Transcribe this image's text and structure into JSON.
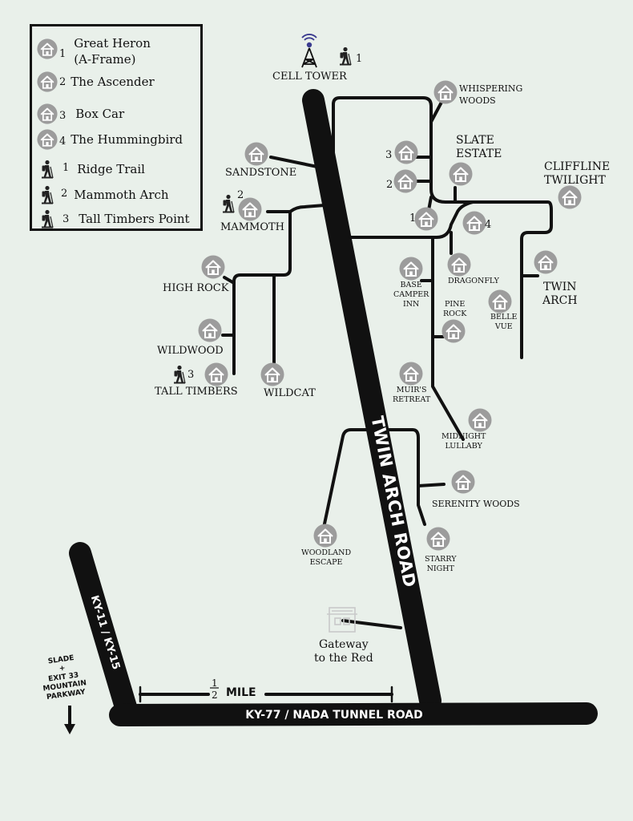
{
  "legend": {
    "items": [
      {
        "icon": "house-icon",
        "num": "1",
        "text": "Great Heron\n(A-Frame)"
      },
      {
        "icon": "house-icon",
        "num": "2",
        "text": "The Ascender"
      },
      {
        "icon": "house-icon",
        "num": "3",
        "text": "Box Car"
      },
      {
        "icon": "house-icon",
        "num": "4",
        "text": "The Hummingbird"
      },
      {
        "icon": "hiker-icon",
        "num": "1",
        "text": "Ridge Trail"
      },
      {
        "icon": "hiker-icon",
        "num": "2",
        "text": "Mammoth Arch"
      },
      {
        "icon": "hiker-icon",
        "num": "3",
        "text": "Tall Timbers Point"
      }
    ]
  },
  "labels": {
    "cell_tower": "CELL TOWER",
    "cell_tower_num": "1",
    "whispering_woods": "WHISPERING\nWOODS",
    "slate_estate": "SLATE\nESTATE",
    "cliffline_twilight": "CLIFFLINE\nTWILIGHT",
    "sandstone": "SANDSTONE",
    "mammoth": "MAMMOTH",
    "mammoth_num": "2",
    "high_rock": "HIGH ROCK",
    "wildwood": "WILDWOOD",
    "tall_timbers": "TALL TIMBERS",
    "tall_timbers_num": "3",
    "wildcat": "WILDCAT",
    "base_camper_inn": "BASE\nCAMPER\nINN",
    "dragonfly": "DRAGONFLY",
    "twin_arch": "TWIN\nARCH",
    "belle_vue": "BELLE\nVUE",
    "pine_rock": "PINE\nROCK",
    "muirs_retreat": "MUIR'S\nRETREAT",
    "midnight_lullaby": "MIDNIGHT\nLULLABY",
    "serenity_woods": "SERENITY WOODS",
    "woodland_escape": "WOODLAND\nESCAPE",
    "starry_night": "STARRY\nNIGHT",
    "gateway": "Gateway\nto the Red",
    "cabin_3": "3",
    "cabin_2": "2",
    "cabin_1": "1",
    "cabin_4": "4"
  },
  "roads": {
    "twin_arch_road": "TWIN ARCH ROAD",
    "ky11": "KY-11 / KY-15",
    "ky77": "KY-77 / NADA TUNNEL ROAD",
    "exit_note": "SLADE\n+\nEXIT 33\nMOUNTAIN\nPARKWAY"
  },
  "scale": {
    "numerator": "1",
    "denominator": "2",
    "unit": "MILE"
  },
  "colors": {
    "background": "#e9f0ea",
    "road": "#111111",
    "house_fill": "#9c9c9c",
    "tower": "#3b3b8f"
  }
}
